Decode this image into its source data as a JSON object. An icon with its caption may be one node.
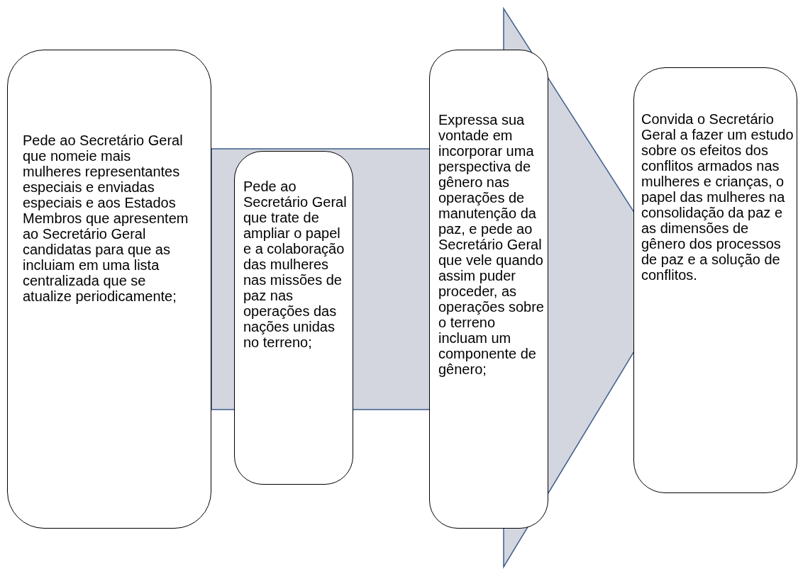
{
  "diagram": {
    "nodes": [
      {
        "text": [
          "Pede ao Secretário Geral que nomeie mais mulheres representantes especiais e enviadas especiais e aos Estados Membros que apresentem ao Secretário Geral candidatas para que as incluiam em uma lista centralizada que se atualize periodicamente;"
        ]
      },
      {
        "text": [
          "Pede ao Secretário Geral que trate de ampliar o papel e a colaboração das mulheres nas missões de paz nas operações das nações unidas no terreno;"
        ]
      },
      {
        "text": [
          "Expressa sua vontade em incorporar uma perspectiva de gênero nas operações de manutenção da paz, e pede ao Secretário Geral que vele quando assim puder proceder, as operações sobre o terreno incluam um componente de gênero;"
        ]
      },
      {
        "text": [
          "Convida o Secretário Geral a fazer um estudo sobre os efeitos dos conflitos armados nas mulheres e crianças, o papel das mulheres na consolidação da paz e as dimensões de gênero dos processos de paz e a solução de conflitos."
        ]
      }
    ],
    "edges": [
      {
        "from": 0,
        "to": 3,
        "arrow": "to"
      }
    ]
  }
}
